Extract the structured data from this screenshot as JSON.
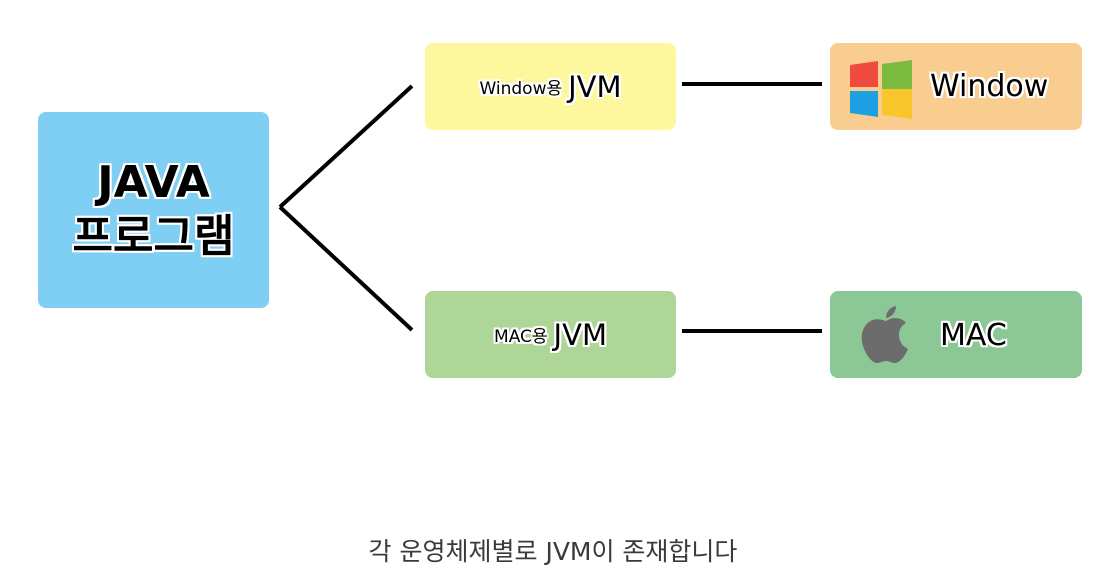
{
  "source": {
    "line1": "JAVA",
    "line2": "프로그램",
    "color": "#7fcef3"
  },
  "jvms": [
    {
      "small": "Window용",
      "big": "JVM",
      "color": "#fdf79d"
    },
    {
      "small": "MAC용",
      "big": "JVM",
      "color": "#aed699"
    }
  ],
  "os": [
    {
      "label": "Window",
      "icon": "windows-logo-icon",
      "color": "#f9cd8f"
    },
    {
      "label": "MAC",
      "icon": "apple-logo-icon",
      "color": "#8cc896"
    }
  ],
  "caption": "각 운영체제별로 JVM이 존재합니다"
}
